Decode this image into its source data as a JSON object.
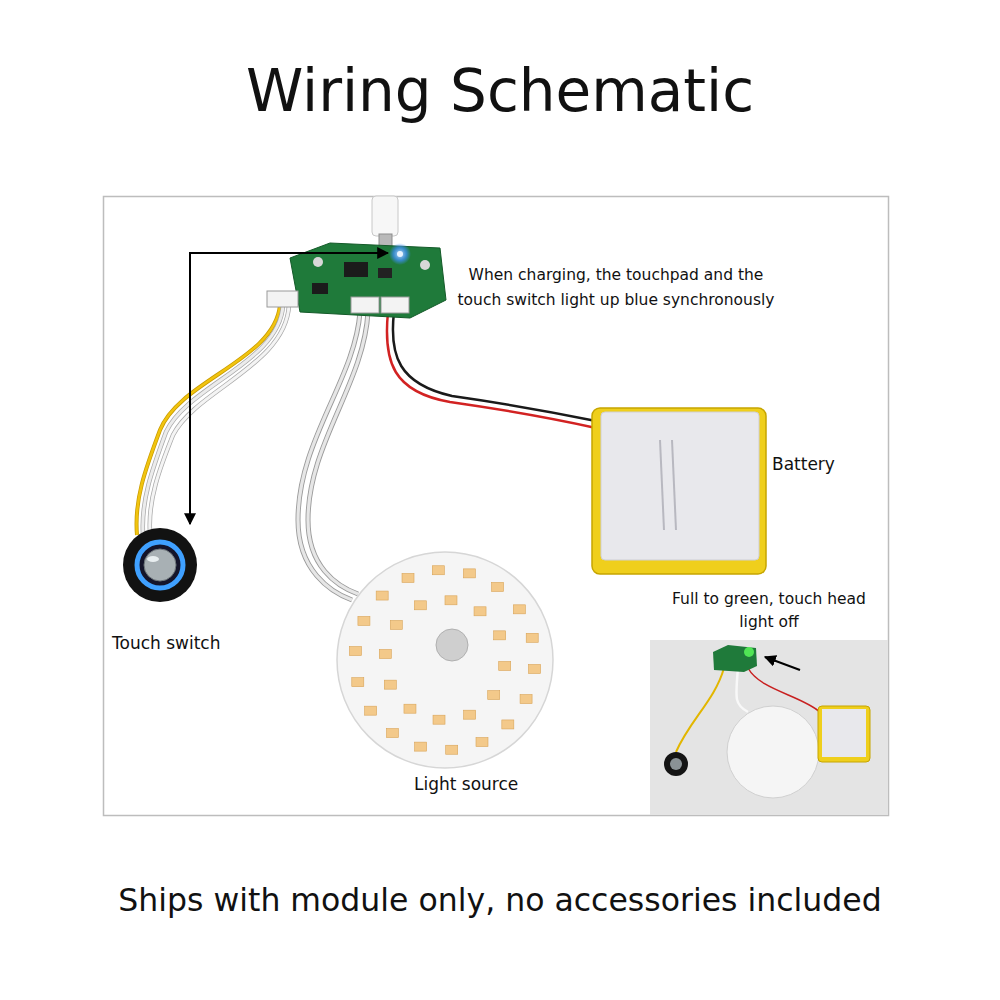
{
  "diagram": {
    "title": "Wiring Schematic",
    "caption": "Ships with module only, no accessories included",
    "labels": [
      "When charging, the touchpad and the touch switch light up blue synchronously",
      "Battery",
      "Full to green, touch head light off",
      "Touch switch",
      "Light source"
    ]
  }
}
